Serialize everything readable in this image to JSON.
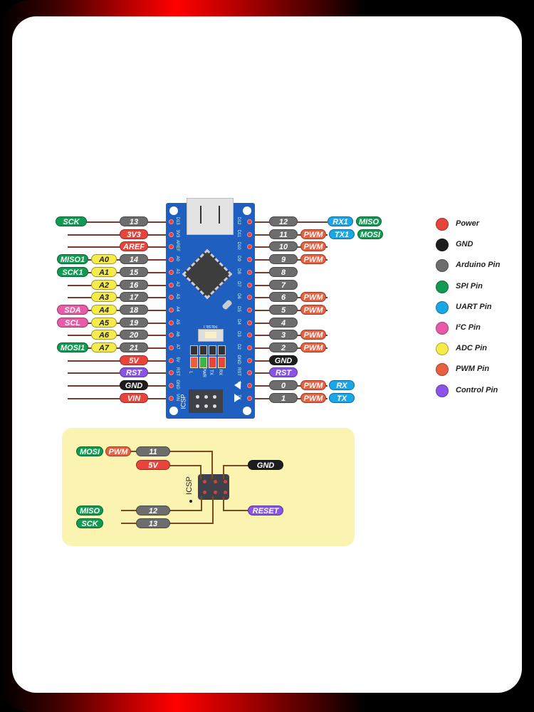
{
  "left_pins": [
    {
      "pin": "13",
      "board": "D13",
      "tags": [
        {
          "t": "SCK",
          "c": "green"
        }
      ]
    },
    {
      "pin": "3V3",
      "board": "3V3",
      "type": "power",
      "tags": []
    },
    {
      "pin": "AREF",
      "board": "AREF",
      "type": "power",
      "tags": []
    },
    {
      "pin": "14",
      "board": "A0",
      "tags": [
        {
          "t": "A0",
          "c": "yellow"
        },
        {
          "t": "MISO1",
          "c": "green"
        }
      ]
    },
    {
      "pin": "15",
      "board": "A1",
      "tags": [
        {
          "t": "A1",
          "c": "yellow"
        },
        {
          "t": "SCK1",
          "c": "green"
        }
      ]
    },
    {
      "pin": "16",
      "board": "A2",
      "tags": [
        {
          "t": "A2",
          "c": "yellow"
        }
      ]
    },
    {
      "pin": "17",
      "board": "A3",
      "tags": [
        {
          "t": "A3",
          "c": "yellow"
        }
      ]
    },
    {
      "pin": "18",
      "board": "A4",
      "tags": [
        {
          "t": "A4",
          "c": "yellow"
        },
        {
          "t": "SDA",
          "c": "pink"
        }
      ]
    },
    {
      "pin": "19",
      "board": "A5",
      "tags": [
        {
          "t": "A5",
          "c": "yellow"
        },
        {
          "t": "SCL",
          "c": "pink"
        }
      ]
    },
    {
      "pin": "20",
      "board": "A6",
      "tags": [
        {
          "t": "A6",
          "c": "yellow"
        }
      ]
    },
    {
      "pin": "21",
      "board": "A7",
      "tags": [
        {
          "t": "A7",
          "c": "yellow"
        },
        {
          "t": "MOSI1",
          "c": "green"
        }
      ]
    },
    {
      "pin": "5V",
      "board": "5V",
      "type": "power",
      "tags": []
    },
    {
      "pin": "RST",
      "board": "RST",
      "type": "control",
      "tags": []
    },
    {
      "pin": "GND",
      "board": "GND",
      "type": "gnd",
      "tags": []
    },
    {
      "pin": "VIN",
      "board": "VIN",
      "type": "power",
      "tags": []
    }
  ],
  "right_pins": [
    {
      "pin": "12",
      "board": "D12",
      "tags": [
        {
          "t": "RX1",
          "c": "blue",
          "gap": true
        },
        {
          "t": "MISO",
          "c": "green"
        }
      ]
    },
    {
      "pin": "11",
      "board": "D11",
      "tags": [
        {
          "t": "PWM",
          "c": "orange"
        },
        {
          "t": "TX1",
          "c": "blue"
        },
        {
          "t": "MOSI",
          "c": "green"
        }
      ]
    },
    {
      "pin": "10",
      "board": "D10",
      "tags": [
        {
          "t": "PWM",
          "c": "orange"
        }
      ]
    },
    {
      "pin": "9",
      "board": "D9",
      "tags": [
        {
          "t": "PWM",
          "c": "orange"
        }
      ]
    },
    {
      "pin": "8",
      "board": "D8",
      "tags": []
    },
    {
      "pin": "7",
      "board": "D7",
      "tags": []
    },
    {
      "pin": "6",
      "board": "D6",
      "tags": [
        {
          "t": "PWM",
          "c": "orange"
        }
      ]
    },
    {
      "pin": "5",
      "board": "D5",
      "tags": [
        {
          "t": "PWM",
          "c": "orange"
        }
      ]
    },
    {
      "pin": "4",
      "board": "D4",
      "tags": []
    },
    {
      "pin": "3",
      "board": "D3",
      "tags": [
        {
          "t": "PWM",
          "c": "orange"
        }
      ]
    },
    {
      "pin": "2",
      "board": "D2",
      "tags": [
        {
          "t": "PWM",
          "c": "orange"
        }
      ]
    },
    {
      "pin": "GND",
      "board": "GND",
      "type": "gnd",
      "tags": []
    },
    {
      "pin": "RST",
      "board": "RST",
      "type": "control",
      "tags": []
    },
    {
      "pin": "0",
      "board": "RX",
      "tags": [
        {
          "t": "PWM",
          "c": "orange"
        },
        {
          "t": "RX",
          "c": "blue"
        }
      ]
    },
    {
      "pin": "1",
      "board": "TX",
      "tags": [
        {
          "t": "PWM",
          "c": "orange"
        },
        {
          "t": "TX",
          "c": "blue"
        }
      ]
    }
  ],
  "board": {
    "reset_label": "RESET",
    "led_labels": [
      "L",
      "PWR",
      "TX",
      "RX"
    ],
    "icsp_label": "ICSP"
  },
  "legend": [
    {
      "label": "Power",
      "color": "#e8443c"
    },
    {
      "label": "GND",
      "color": "#1d1d1d"
    },
    {
      "label": "Arduino Pin",
      "color": "#6d6d6d"
    },
    {
      "label": "SPI Pin",
      "color": "#119a52"
    },
    {
      "label": "UART Pin",
      "color": "#1aa7e8"
    },
    {
      "label": "I²C Pin",
      "color": "#e95ba8"
    },
    {
      "label": "ADC Pin",
      "color": "#f5ec4b"
    },
    {
      "label": "PWM Pin",
      "color": "#e8603f"
    },
    {
      "label": "Control Pin",
      "color": "#8a55e6"
    }
  ],
  "icsp": {
    "label": "ICSP",
    "pin11": "11",
    "mosi": "MOSI",
    "pwm": "PWM",
    "v5": "5V",
    "pin12": "12",
    "miso": "MISO",
    "pin13": "13",
    "sck": "SCK",
    "gnd": "GND",
    "reset": "RESET"
  }
}
